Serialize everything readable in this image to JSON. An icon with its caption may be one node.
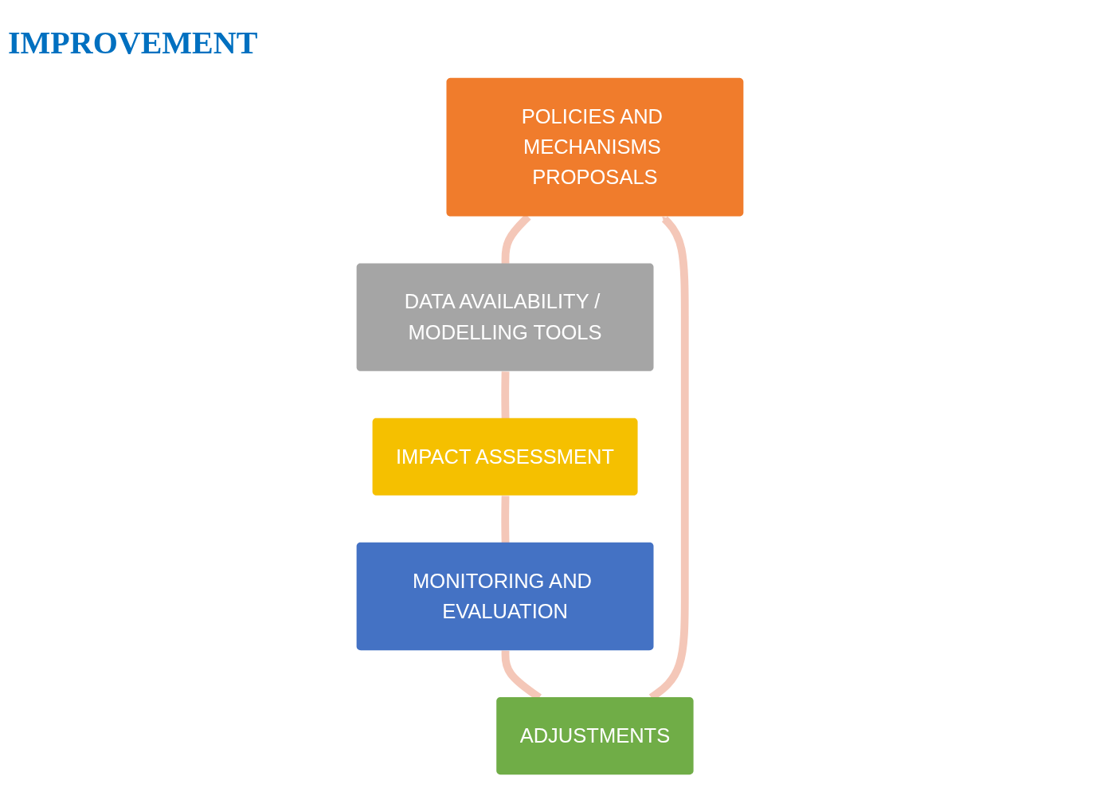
{
  "diagram": {
    "title": "IMPROVEMENT",
    "nodes": [
      {
        "text": [
          "POLICIES AND MECHANISMS PROPOSALS"
        ]
      },
      {
        "text": [
          "DATA AVAILABILITY / MODELLING TOOLS"
        ]
      },
      {
        "text": [
          "IMPACT ASSESSMENT"
        ]
      },
      {
        "text": [
          "MONITORING AND EVALUATION"
        ]
      },
      {
        "text": [
          "ADJUSTMENTS"
        ]
      }
    ],
    "edges": [
      {
        "from": 0,
        "to": 1,
        "arrow": "none"
      },
      {
        "from": 1,
        "to": 2,
        "arrow": "none"
      },
      {
        "from": 2,
        "to": 3,
        "arrow": "none"
      },
      {
        "from": 3,
        "to": 4,
        "arrow": "none"
      },
      {
        "from": 4,
        "to": 0,
        "arrow": "to"
      }
    ]
  }
}
